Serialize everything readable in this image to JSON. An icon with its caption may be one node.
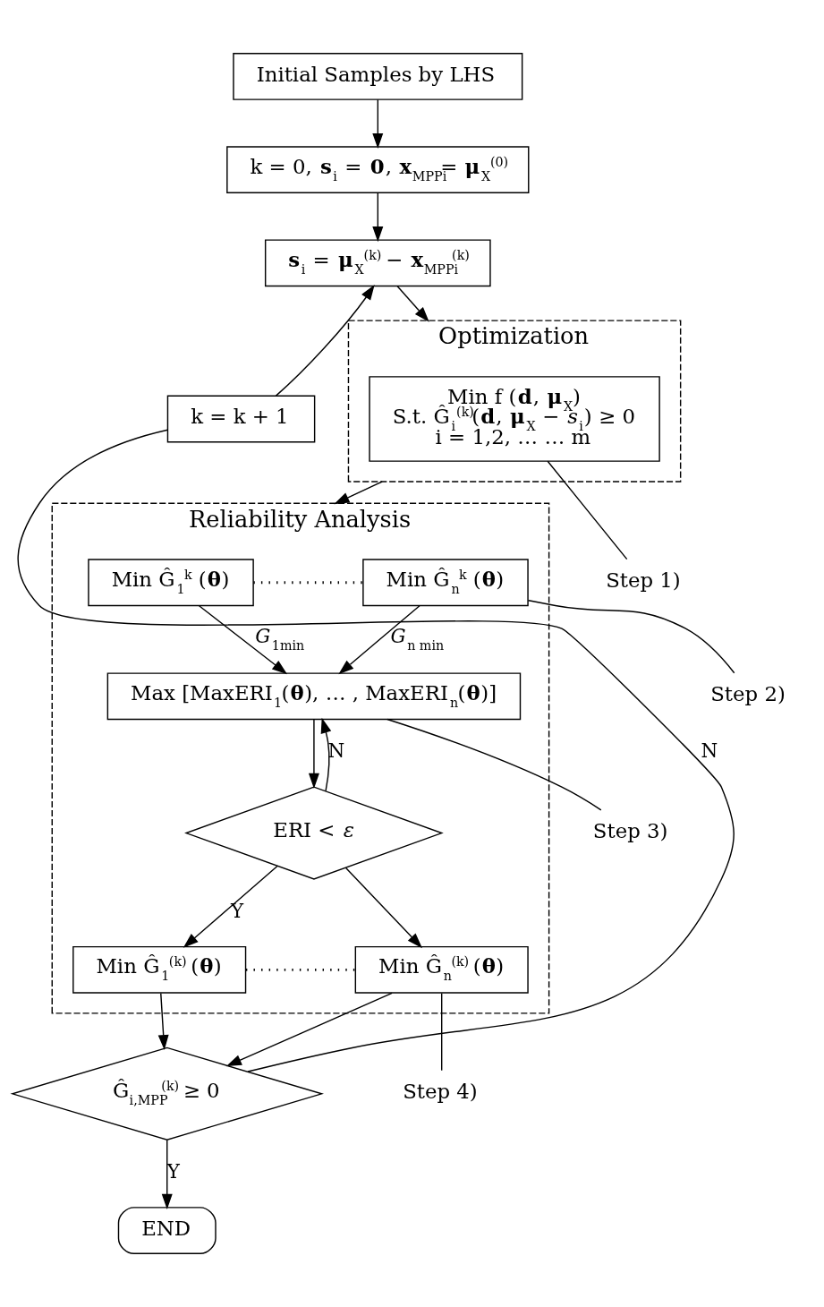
{
  "diagram": {
    "nodes": [
      {
        "text": [
          "Initial Samples by LHS"
        ]
      },
      {
        "text": [
          "k = 0, **s**$_{i}$ = **0**, **x**$_{MPPi}$= **μ**$_{X}$$^{(0)}$"
        ]
      },
      {
        "text": [
          "**s**$_{i}$ = **μ**$_{X}$$^{(k)}$ − **x**$_{MPPi}$$^{(k)}$"
        ]
      },
      {
        "text": [
          "Optimization"
        ]
      },
      {
        "text": [
          "Min f (**d**, **μ**$_{X}$)",
          "S.t. Ĝ$_{i}$$^{(k)}$(**d**, **μ**$_{X}$ − *s*$_{i}$) ≥ 0",
          "i = 1,2, … … m"
        ],
        "in": 3
      },
      {
        "text": [
          "k = k + 1"
        ]
      },
      {
        "text": [
          "Reliability Analysis"
        ]
      },
      {
        "text": [
          "Min Ĝ$_{1}$$^{k}$ (**θ**)"
        ],
        "in": 6
      },
      {
        "text": [
          "Min Ĝ$_{n}$$^{k}$ (**θ**)"
        ],
        "in": 6
      },
      {
        "text": [
          "Max [MaxERI$_{1}$(**θ**), … , MaxERI$_{n}$(**θ**)]"
        ],
        "in": 6
      },
      {
        "text": [
          "ERI < *ε*"
        ],
        "in": 6
      },
      {
        "text": [
          "Min Ĝ$_{1}$$^{(k)}$ (**θ**)"
        ],
        "in": 6
      },
      {
        "text": [
          "Min Ĝ$_{n}$$^{(k)}$ (**θ**)"
        ],
        "in": 6
      },
      {
        "text": [
          "Ĝ$_{i,MPP}$$^{(k)}$ ≥ 0"
        ]
      },
      {
        "text": [
          "END"
        ]
      },
      {
        "text": [
          "Step 1)"
        ]
      },
      {
        "text": [
          "Step 2)"
        ]
      },
      {
        "text": [
          "Step 3)"
        ]
      },
      {
        "text": [
          "Step 4)"
        ]
      }
    ],
    "edges": [
      {
        "from": 0,
        "to": 1,
        "arrow": "to"
      },
      {
        "from": 1,
        "to": 2,
        "arrow": "to"
      },
      {
        "from": 2,
        "to": 3,
        "arrow": "to"
      },
      {
        "from": 3,
        "to": 6,
        "arrow": "to"
      },
      {
        "from": 7,
        "to": 8,
        "arrow": "none",
        "style": "dashed"
      },
      {
        "from": 7,
        "to": 9,
        "arrow": "to",
        "label": "*G*$_{1min}$"
      },
      {
        "from": 8,
        "to": 9,
        "arrow": "to",
        "label": "*G*$_{n min}$"
      },
      {
        "from": 9,
        "to": 10,
        "arrow": "to"
      },
      {
        "from": 10,
        "to": 9,
        "arrow": "to",
        "label": "N"
      },
      {
        "from": 10,
        "to": 11,
        "arrow": "to",
        "label": "Y"
      },
      {
        "from": 10,
        "to": 12,
        "arrow": "to"
      },
      {
        "from": 11,
        "to": 12,
        "arrow": "none",
        "style": "dashed"
      },
      {
        "from": 11,
        "to": 13,
        "arrow": "to"
      },
      {
        "from": 12,
        "to": 13,
        "arrow": "to"
      },
      {
        "from": 13,
        "to": 14,
        "arrow": "to",
        "label": "Y"
      },
      {
        "from": 13,
        "to": 5,
        "arrow": "none",
        "label": "N"
      },
      {
        "from": 5,
        "to": 2,
        "arrow": "to"
      },
      {
        "from": 15,
        "to": 3,
        "arrow": "none"
      },
      {
        "from": 16,
        "to": 8,
        "arrow": "none"
      },
      {
        "from": 17,
        "to": 9,
        "arrow": "none"
      },
      {
        "from": 18,
        "to": 12,
        "arrow": "none"
      }
    ]
  }
}
